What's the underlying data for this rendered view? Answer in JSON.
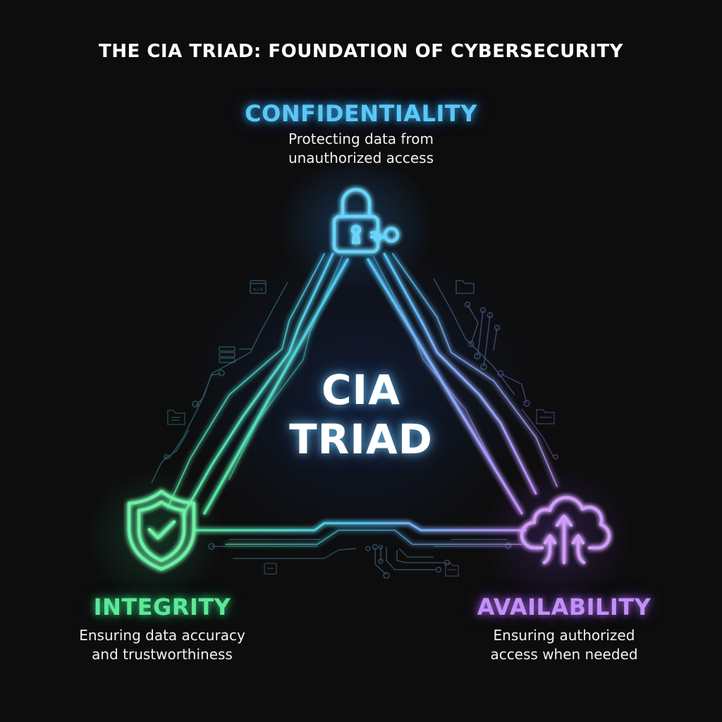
{
  "title": "THE CIA TRIAD: FOUNDATION OF CYBERSECURITY",
  "center": {
    "line1": "CIA",
    "line2": "TRIAD"
  },
  "pillars": {
    "confidentiality": {
      "label": "CONFIDENTIALITY",
      "desc_line1": "Protecting data from",
      "desc_line2": "unauthorized access",
      "icon": "padlock-with-key-icon",
      "color": "#5ac8f5"
    },
    "integrity": {
      "label": "INTEGRITY",
      "desc_line1": "Ensuring data accuracy",
      "desc_line2": "and trustworthiness",
      "icon": "shield-check-icon",
      "color": "#5ee89a"
    },
    "availability": {
      "label": "AVAILABILITY",
      "desc_line1": "Ensuring authorized",
      "desc_line2": "access when needed",
      "icon": "cloud-upload-icon",
      "color": "#c290f6"
    }
  },
  "decorations": [
    "code-window-icon",
    "server-rack-icon",
    "folder-icon",
    "document-folder-icon",
    "circuit-traces"
  ],
  "colors": {
    "background": "#0d0d0e",
    "cyan": "#5ac8f5",
    "green": "#5ee89a",
    "purple": "#c290f6"
  }
}
